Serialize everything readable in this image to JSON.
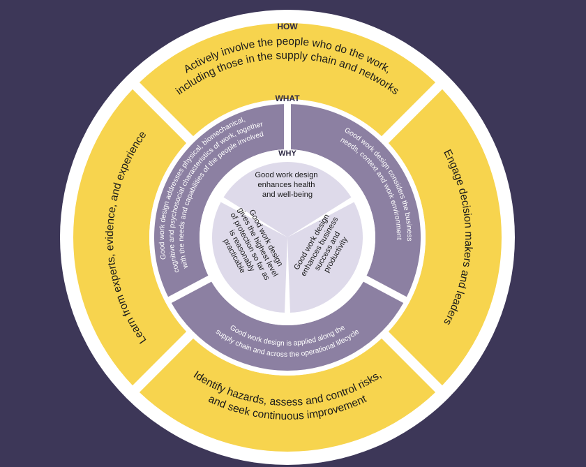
{
  "colors": {
    "background": "#3d3758",
    "yellow": "#f7d44e",
    "purple": "#8c80a2",
    "lavender": "#dedaea",
    "white": "#ffffff"
  },
  "diagram": {
    "how_label": "HOW",
    "what_label": "WHAT",
    "why_label": "WHY",
    "how": {
      "top": [
        "Actively involve the people who do the work,",
        "including those in the supply chain and networks"
      ],
      "right": "Engage decision makers and leaders",
      "bottom": [
        "Identify hazards, assess and control risks,",
        "and seek continuous improvement"
      ],
      "left": "Learn from experts, evidence, and experience"
    },
    "what": {
      "left": [
        "Good work design addresses physical, biomechanical,",
        "cognitive and psychosocial characteristics of work, together",
        "with the needs and capabilities of the people involved"
      ],
      "right": [
        "Good work design considers the business",
        "needs, context and work environment"
      ],
      "bottom": [
        "Good work design is applied along the",
        "supply chain and across the operational lifecycle"
      ]
    },
    "why": {
      "top": [
        "Good work design",
        "enhances health",
        "and well-being"
      ],
      "left": [
        "Good work design",
        "gives the highest level",
        "of protection so far as",
        "is reasonably",
        "practicable"
      ],
      "right": [
        "Good work design",
        "enhances business",
        "success and",
        "productivity"
      ]
    }
  }
}
